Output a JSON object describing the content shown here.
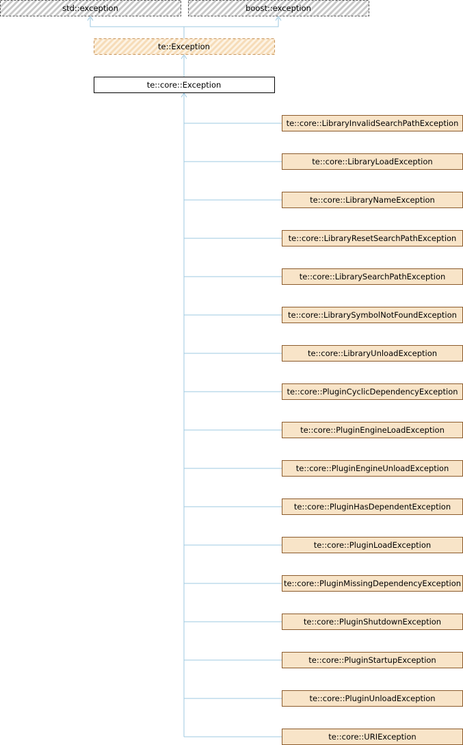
{
  "external_bases": [
    {
      "label": "std::exception"
    },
    {
      "label": "boost::exception"
    }
  ],
  "parent": {
    "label": "te::Exception"
  },
  "current": {
    "label": "te::core::Exception"
  },
  "derived": [
    {
      "label": "te::core::LibraryInvalidSearchPathException"
    },
    {
      "label": "te::core::LibraryLoadException"
    },
    {
      "label": "te::core::LibraryNameException"
    },
    {
      "label": "te::core::LibraryResetSearchPathException"
    },
    {
      "label": "te::core::LibrarySearchPathException"
    },
    {
      "label": "te::core::LibrarySymbolNotFoundException"
    },
    {
      "label": "te::core::LibraryUnloadException"
    },
    {
      "label": "te::core::PluginCyclicDependencyException"
    },
    {
      "label": "te::core::PluginEngineLoadException"
    },
    {
      "label": "te::core::PluginEngineUnloadException"
    },
    {
      "label": "te::core::PluginHasDependentException"
    },
    {
      "label": "te::core::PluginLoadException"
    },
    {
      "label": "te::core::PluginMissingDependencyException"
    },
    {
      "label": "te::core::PluginShutdownException"
    },
    {
      "label": "te::core::PluginStartupException"
    },
    {
      "label": "te::core::PluginUnloadException"
    },
    {
      "label": "te::core::URIException"
    }
  ],
  "colors": {
    "edge": "#9cc8e0",
    "derived_fill": "#f8e4c8",
    "derived_stroke": "#8b5a2b",
    "external_stroke": "#555555",
    "hatch_gray": "#c8c8c8",
    "hatch_tan": "#f6dcb8"
  }
}
